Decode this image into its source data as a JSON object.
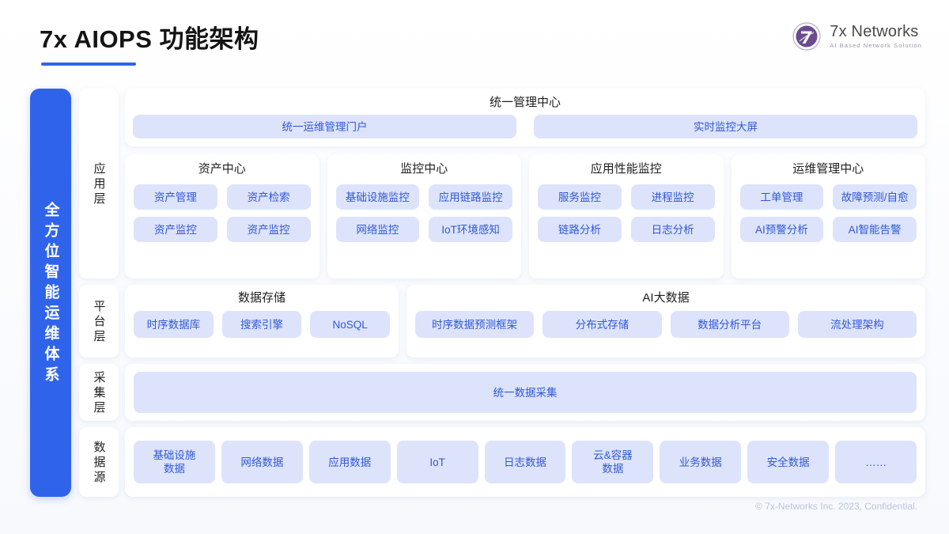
{
  "header": {
    "title": "7x AIOPS 功能架构",
    "logo": {
      "name": "7x Networks",
      "tagline": "AI Based Network Solution",
      "mark_color": "#6b4a8f"
    }
  },
  "accent_color": "#2f64ea",
  "pill_bg_color": "#dde3fb",
  "pill_text_color": "#3059d6",
  "spine": {
    "label": "全方位智能运维体系"
  },
  "layers": [
    {
      "label": "应用层",
      "unified_center": {
        "title": "统一管理中心",
        "pills": [
          "统一运维管理门户",
          "实时监控大屏"
        ]
      },
      "cards": [
        {
          "title": "资产中心",
          "pills": [
            "资产管理",
            "资产检索",
            "资产监控",
            "资产监控"
          ]
        },
        {
          "title": "监控中心",
          "pills": [
            "基础设施监控",
            "应用链路监控",
            "网络监控",
            "IoT环境感知"
          ]
        },
        {
          "title": "应用性能监控",
          "pills": [
            "服务监控",
            "进程监控",
            "链路分析",
            "日志分析"
          ]
        },
        {
          "title": "运维管理中心",
          "pills": [
            "工单管理",
            "故障预测/自愈",
            "AI预警分析",
            "AI智能告警"
          ]
        }
      ]
    },
    {
      "label": "平台层",
      "cards": [
        {
          "title": "数据存储",
          "pills": [
            "时序数据库",
            "搜索引擎",
            "NoSQL"
          ]
        },
        {
          "title": "AI大数据",
          "pills": [
            "时序数据预测框架",
            "分布式存储",
            "数据分析平台",
            "流处理架构"
          ]
        }
      ]
    },
    {
      "label": "采集层",
      "pills": [
        "统一数据采集"
      ]
    },
    {
      "label": "数据源",
      "pills": [
        "基础设施\n数据",
        "网络数据",
        "应用数据",
        "IoT",
        "日志数据",
        "云&容器\n数据",
        "业务数据",
        "安全数据",
        "……"
      ]
    }
  ],
  "footer": {
    "copyright": "© 7x-Networks Inc. 2023, Confidential."
  }
}
